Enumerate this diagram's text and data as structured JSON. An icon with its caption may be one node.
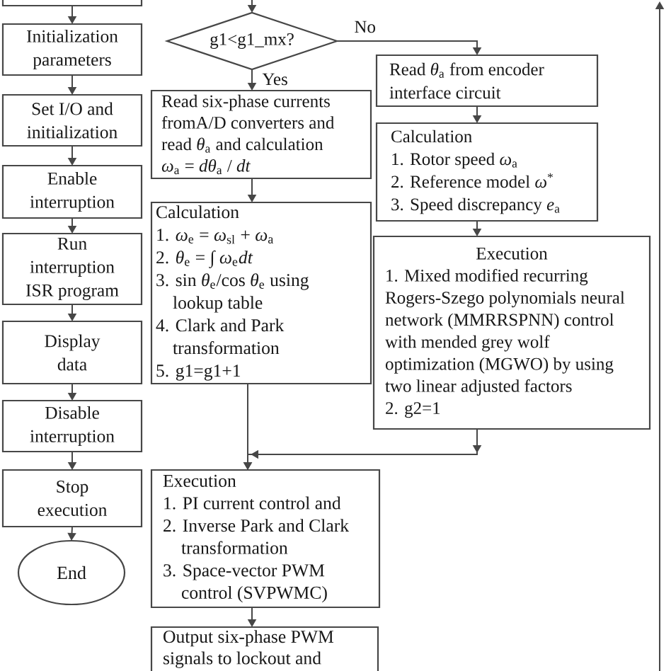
{
  "diagram": {
    "nodes": [
      {
        "text": [],
        "shape": "box"
      },
      {
        "text": [
          "Initialization parameters"
        ]
      },
      {
        "text": [
          "Set I/O and initialization"
        ]
      },
      {
        "text": [
          "Enable interruption"
        ]
      },
      {
        "text": [
          "Run interruption ISR program"
        ]
      },
      {
        "text": [
          "Display data"
        ]
      },
      {
        "text": [
          "Disable interruption"
        ]
      },
      {
        "text": [
          "Stop execution"
        ]
      },
      {
        "text": [
          "End"
        ]
      },
      {
        "text": [
          "g1<g1_mx?"
        ]
      },
      {
        "text": [
          "Read six-phase currents fromA/D converters and read *θ*$_{a}$ and calculation *ω*$_{a}$ = *dθ*$_{a}$ / *dt*"
        ]
      },
      {
        "text": [
          "Read *θ*$_{a}$ from encoder interface circuit"
        ]
      },
      {
        "text": [
          "Calculation",
          "1. *ω*$_{e}$ = *ω*$_{sl}$ + *ω*$_{a}$",
          "2. *θ*$_{e}$ = ∫ *ω*$_{e}$*dt*",
          "3. sin *θ*$_{e}$/cos *θ*$_{e}$ using lookup table",
          "4. Clark and Park transformation",
          "5. g1=g1+1"
        ]
      },
      {
        "text": [
          "Calculation",
          "1. Rotor speed *ω*$_{a}$",
          "2. Reference model *ω*$^{*}$",
          "3. Speed discrepancy *e*$_{a}$"
        ]
      },
      {
        "text": [
          "Execution",
          "1. Mixed modified recurring Rogers-Szego polynomials neural network (MMRRSPNN) control with mended grey wolf optimization (MGWO) by using two linear adjusted factors",
          "2. g2=1"
        ]
      },
      {
        "text": [
          "Execution",
          "1. PI current control and",
          "2. Inverse Park and Clark transformation",
          "3. Space-vector PWM control (SVPWMC)"
        ]
      },
      {
        "text": [
          "Output six-phase PWM signals to lockout and"
        ]
      }
    ],
    "edges": [
      {
        "from": 0,
        "to": 1,
        "arrow": "to"
      },
      {
        "from": 1,
        "to": 2,
        "arrow": "to"
      },
      {
        "from": 2,
        "to": 3,
        "arrow": "to"
      },
      {
        "from": 3,
        "to": 4,
        "arrow": "to"
      },
      {
        "from": 4,
        "to": 5,
        "arrow": "to"
      },
      {
        "from": 5,
        "to": 6,
        "arrow": "to"
      },
      {
        "from": 6,
        "to": 7,
        "arrow": "to"
      },
      {
        "from": 7,
        "to": 8,
        "arrow": "to"
      },
      {
        "from": null,
        "to": 9,
        "arrow": "to"
      },
      {
        "from": 9,
        "to": 10,
        "arrow": "to",
        "label": "Yes"
      },
      {
        "from": 9,
        "to": 11,
        "arrow": "to",
        "label": "No"
      },
      {
        "from": 10,
        "to": 12,
        "arrow": "to"
      },
      {
        "from": 11,
        "to": 13,
        "arrow": "to"
      },
      {
        "from": 13,
        "to": 14,
        "arrow": "to"
      },
      {
        "from": 12,
        "to": 15,
        "arrow": "to"
      },
      {
        "from": 14,
        "to": 15,
        "arrow": "to"
      },
      {
        "from": 15,
        "to": 16,
        "arrow": "to"
      }
    ]
  }
}
